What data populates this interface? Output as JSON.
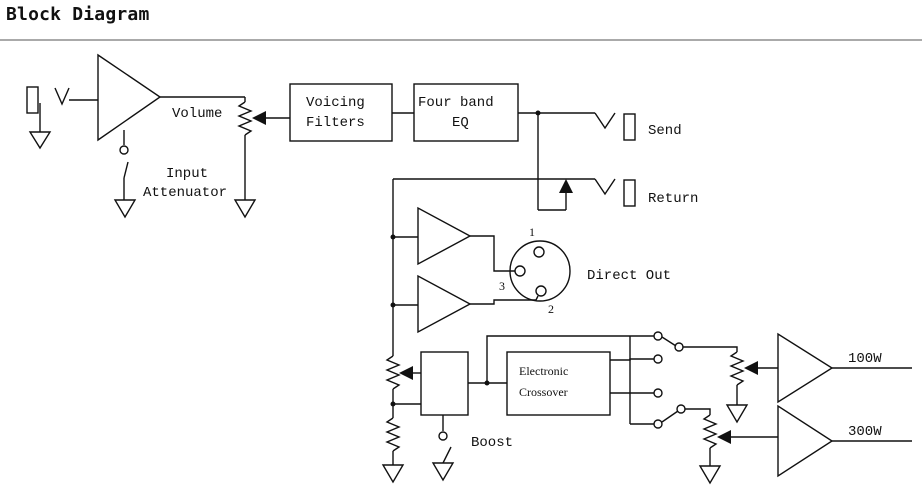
{
  "header": {
    "title": "Block Diagram"
  },
  "labels": {
    "volume": "Volume",
    "input_attenuator_1": "Input",
    "input_attenuator_2": "Attenuator",
    "voicing_1": "Voicing",
    "voicing_2": "Filters",
    "eq_1": "Four band",
    "eq_2": "EQ",
    "send": "Send",
    "return": "Return",
    "pin1": "1",
    "pin2": "2",
    "pin3": "3",
    "direct_out": "Direct Out",
    "crossover_1": "Electronic",
    "crossover_2": "Crossover",
    "boost": "Boost",
    "out_100w": "100W",
    "out_300w": "300W"
  }
}
